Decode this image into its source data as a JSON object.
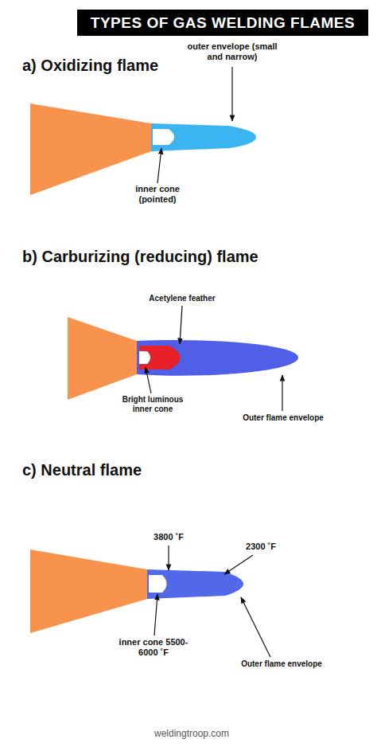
{
  "diagram": {
    "title": "TYPES OF GAS WELDING FLAMES",
    "labels": [
      "a) Oxidizing flame",
      "outer envelope (small and narrow)",
      "inner cone (pointed)",
      "b) Carburizing (reducing) flame",
      "Acetylene feather",
      "Bright luminous inner cone",
      "Outer flame envelope",
      "c) Neutral flame",
      "3800 ˚F",
      "2300 ˚F",
      "inner cone 5500-6000 ˚F",
      "Outer flame envelope",
      "weldingtroop.com"
    ]
  }
}
